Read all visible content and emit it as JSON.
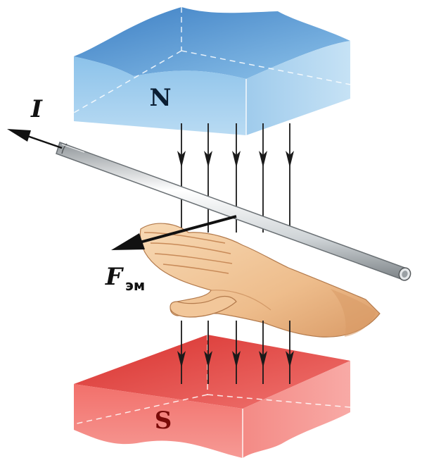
{
  "labels": {
    "north_pole": "N",
    "south_pole": "S",
    "current": "I",
    "force": "F",
    "force_subscript": "эм"
  },
  "colors": {
    "north_magnet": "#5a9fd6",
    "south_magnet": "#e8534e",
    "conductor": "#d9dde0",
    "field_lines": "#1a1a1a",
    "hand": "#f2c99b"
  },
  "field_lines_count": 5
}
